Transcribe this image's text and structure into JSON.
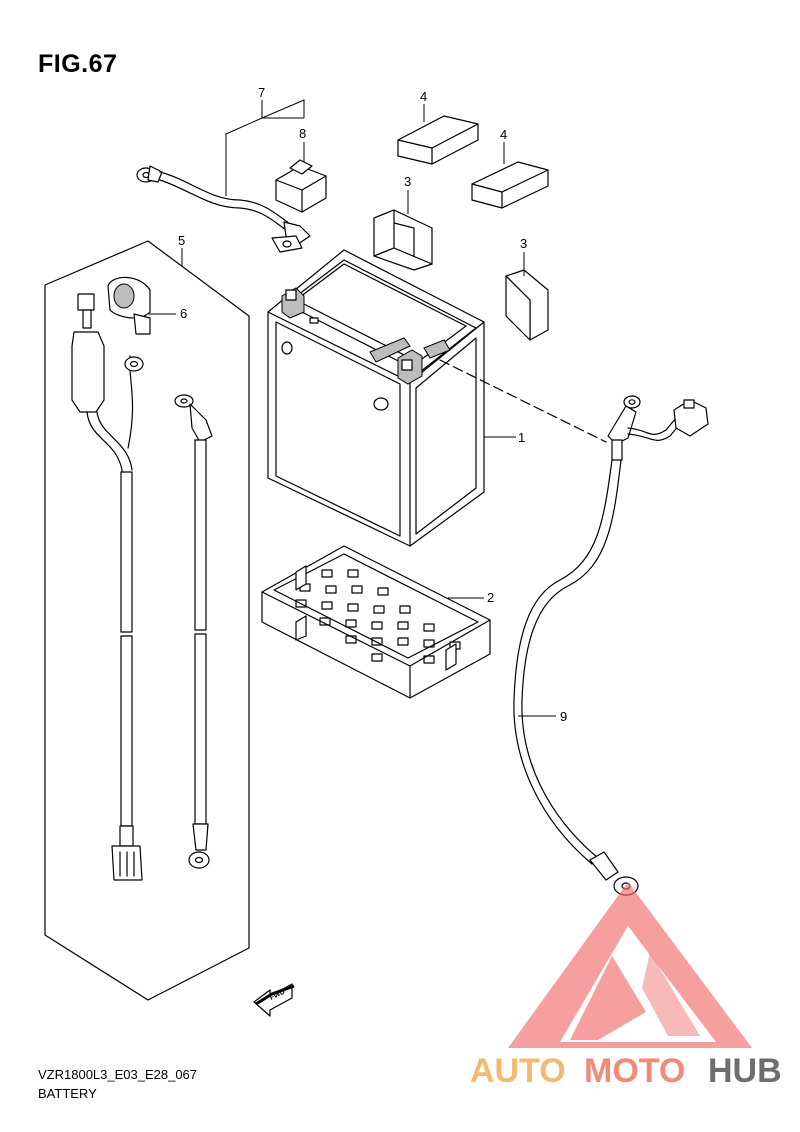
{
  "figure": {
    "title": "FIG.67",
    "code": "VZR1800L3_E03_E28_067",
    "name": "BATTERY"
  },
  "callouts": [
    "1",
    "2",
    "3",
    "3",
    "4",
    "4",
    "5",
    "6",
    "7",
    "8",
    "9"
  ],
  "fwd_arrow": {
    "label": "FWD"
  },
  "watermark": {
    "brand_part1": "AUTO",
    "brand_part2": "MOTO",
    "brand_part3": "HUB",
    "colors": {
      "auto": "#f5b971",
      "moto": "#f28a7a",
      "hub": "#6d6d6d",
      "logo": "#f06a6a"
    }
  }
}
